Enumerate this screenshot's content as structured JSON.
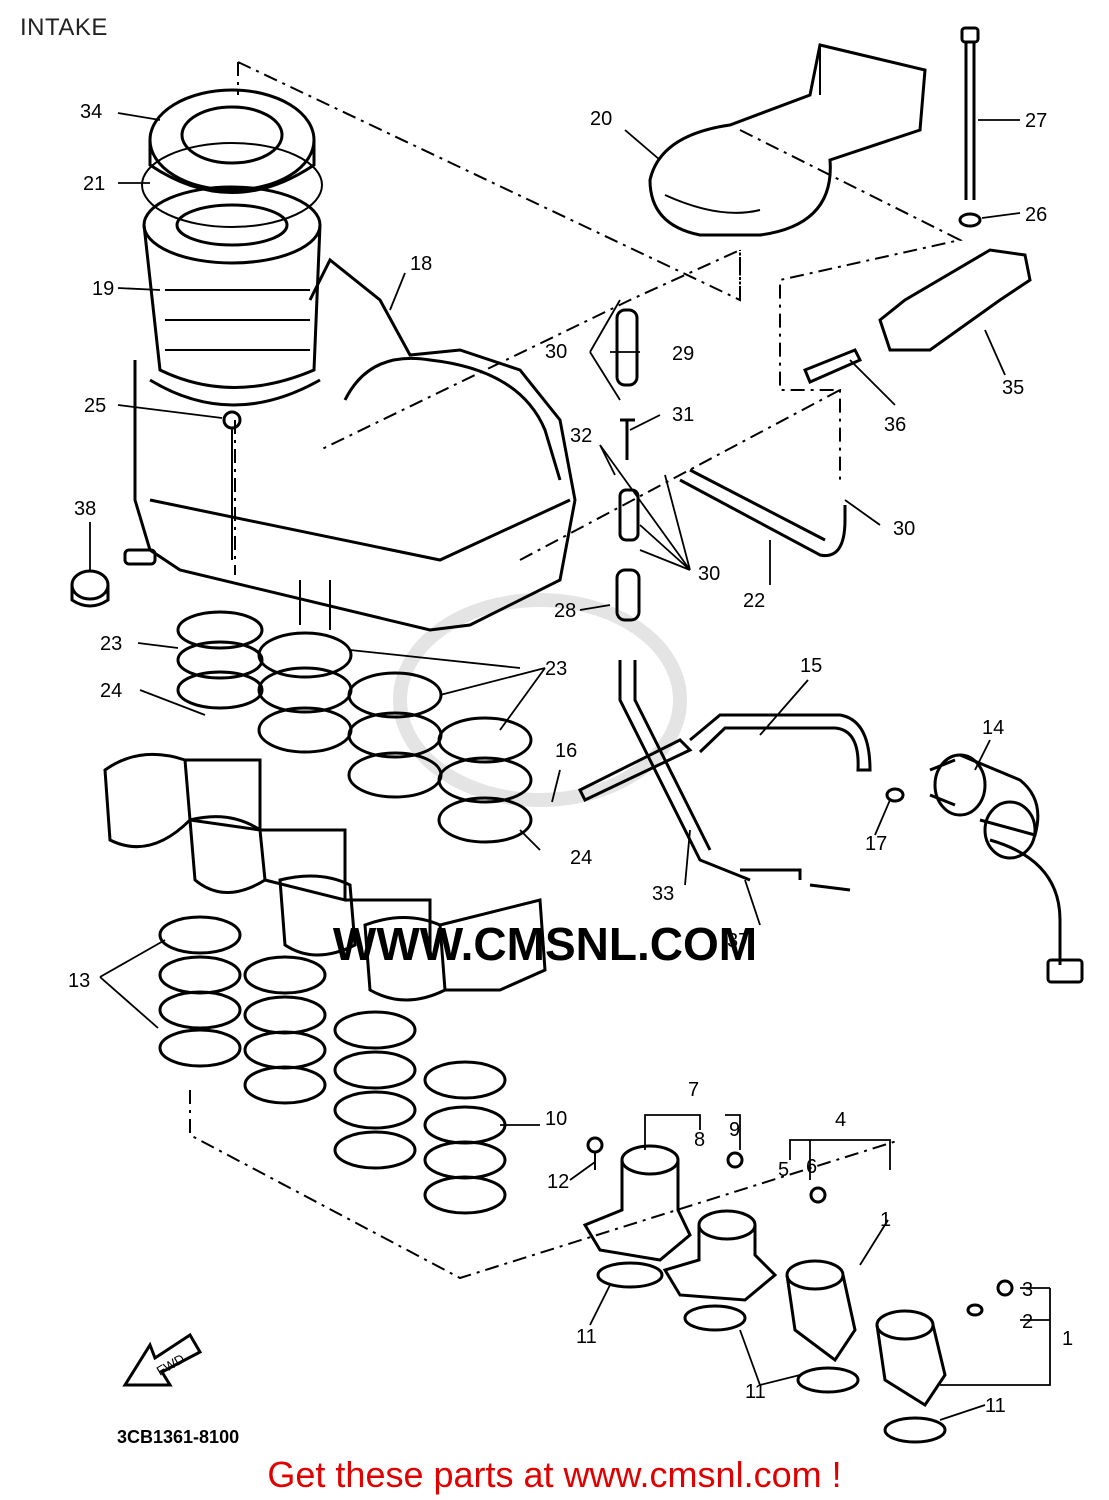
{
  "header": {
    "title": "INTAKE"
  },
  "diagram": {
    "callouts": [
      "34",
      "21",
      "19",
      "18",
      "25",
      "38",
      "23",
      "24",
      "23",
      "16",
      "20",
      "27",
      "26",
      "35",
      "36",
      "29",
      "30",
      "31",
      "32",
      "30",
      "28",
      "22",
      "30",
      "15",
      "14",
      "17",
      "33",
      "37",
      "24",
      "13",
      "10",
      "12",
      "7",
      "8",
      "9",
      "4",
      "5",
      "6",
      "1",
      "3",
      "2",
      "1",
      "11",
      "11",
      "11",
      "11"
    ],
    "drawing_code": "3CB1361-8100",
    "watermark": "WWW.CMSNL.COM",
    "fwd_label": "FWD"
  },
  "footer": {
    "cta": "Get these parts at www.cmsnl.com !"
  }
}
